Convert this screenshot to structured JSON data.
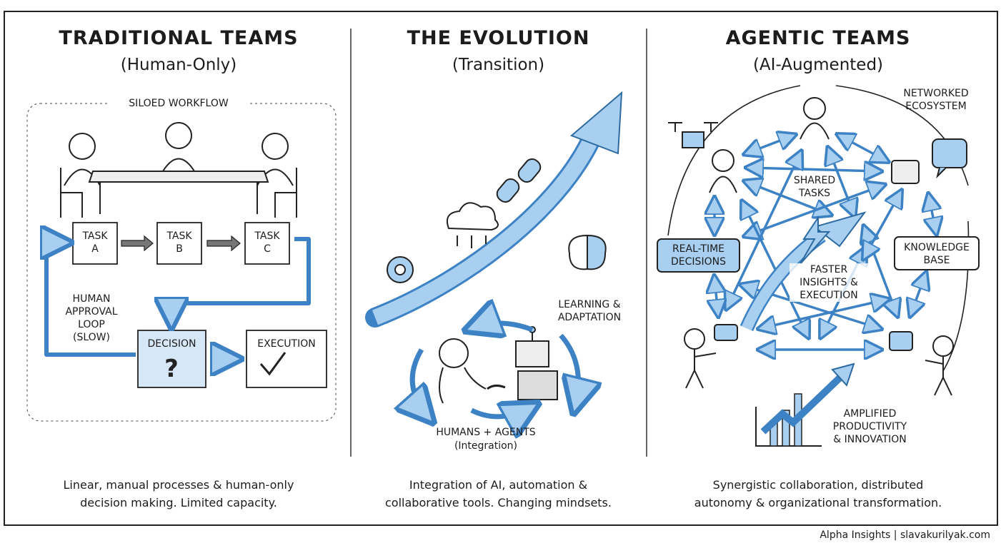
{
  "colors": {
    "accent": "#a8cff0",
    "accent_stroke": "#3d82c4",
    "ink": "#1c1c1c"
  },
  "panels": [
    {
      "title": "TRADITIONAL TEAMS",
      "subtitle": "(Human-Only)",
      "frame_label": "SILOED WORKFLOW",
      "tasks": [
        "TASK\nA",
        "TASK\nB",
        "TASK\nC"
      ],
      "loop_label": "HUMAN\nAPPROVAL\nLOOP\n(SLOW)",
      "decision": "DECISION",
      "decision_icon": "question-mark-icon",
      "execution": "EXECUTION",
      "execution_icon": "checkmark-icon",
      "caption": "Linear, manual processes & human-only\ndecision making. Limited capacity."
    },
    {
      "title": "THE EVOLUTION",
      "subtitle": "(Transition)",
      "learning": "LEARNING &\nADAPTATION",
      "integration": "HUMANS + AGENTS",
      "integration_sub": "(Integration)",
      "icons": [
        "gear-icon",
        "cloud-icon",
        "chain-link-icon",
        "brain-icon",
        "robot-icon",
        "handshake-icon"
      ],
      "caption": "Integration of AI, automation &\ncollaborative tools. Changing mindsets."
    },
    {
      "title": "AGENTIC TEAMS",
      "subtitle": "(AI-Augmented)",
      "network": "NETWORKED\nECOSYSTEM",
      "shared": "SHARED\nTASKS",
      "realtime": "REAL-TIME\nDECISIONS",
      "knowledge": "KNOWLEDGE\nBASE",
      "faster": "FASTER\nINSIGHTS &\nEXECUTION",
      "amplified": "AMPLIFIED\nPRODUCTIVITY\n& INNOVATION",
      "icons": [
        "drone-icon",
        "chat-bubble-icon",
        "robot-icon",
        "person-icon",
        "growth-chart-icon",
        "lightning-icon"
      ],
      "caption": "Synergistic collaboration, distributed\nautonomy & organizational transformation."
    }
  ],
  "footer": "Alpha Insights | slavakurilyak.com"
}
